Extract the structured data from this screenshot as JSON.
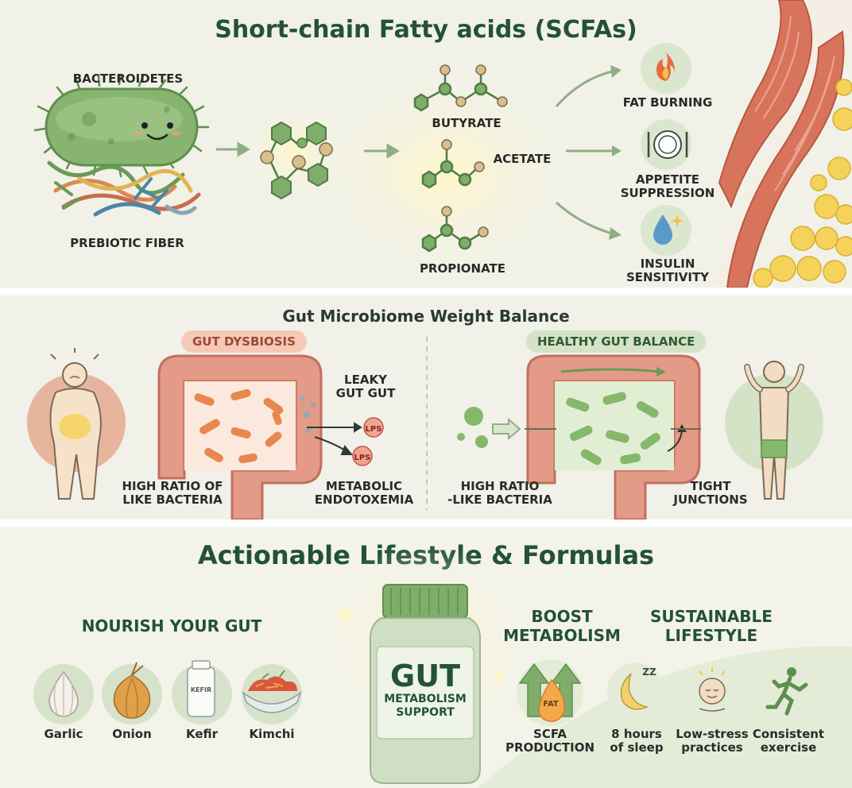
{
  "scfa": {
    "title": "Short-chain Fatty acids (SCFAs)",
    "bacteria_label": "BACTEROIDETES",
    "fiber_label": "PREBIOTIC FIBER",
    "molecules": [
      "BUTYRATE",
      "ACETATE",
      "PROPIONATE"
    ],
    "effects": [
      {
        "label": "FAT BURNING",
        "icon": "flame-icon"
      },
      {
        "label": "APPETITE\nSUPPRESSION",
        "icon": "plate-icon"
      },
      {
        "label": "INSULIN\nSENSITIVITY",
        "icon": "drop-icon"
      }
    ]
  },
  "balance": {
    "title": "Gut Microbiome Weight Balance",
    "dysbiosis": {
      "badge": "GUT DYSBIOSIS",
      "leaky": "LEAKY\nGUT GUT",
      "lps": "LPS",
      "ratio": "HIGH RATIO OF\nLIKE BACTERIA",
      "endotoxemia": "METABOLIC\nENDOTOXEMIA"
    },
    "healthy": {
      "badge": "HEALTHY GUT BALANCE",
      "ratio": "HIGH RATIO\n-LIKE BACTERIA",
      "junctions": "TIGHT\nJUNCTIONS"
    }
  },
  "lifestyle": {
    "title": "Actionable Lifestyle & Formulas",
    "nourish_title": "NOURISH YOUR GUT",
    "foods": [
      "Garlic",
      "Onion",
      "Kefir",
      "Kimchi"
    ],
    "kefir_label": "KEFIR",
    "bottle_big": "GUT",
    "bottle_small": "METABOLISM\nSUPPORT",
    "boost_title": "BOOST\nMETABOLISM",
    "fat_tag": "FAT",
    "scfa_label": "SCFA\nPRODUCTION",
    "sustain_title": "SUSTAINABLE\nLIFESTYLE",
    "habits": [
      "8 hours\nof sleep",
      "Low-stress\npractices",
      "Consistent\nexercise"
    ],
    "sleep_icon_text": "ZZ"
  },
  "colors": {
    "title_green": "#23513a",
    "bacteria_green": "#7fae6a",
    "gut_pink": "#e39a86",
    "bad_bacteria": "#e8874f",
    "good_bacteria": "#86b86c",
    "muscle": "#d9745c",
    "fat_yellow": "#f5d35a"
  }
}
